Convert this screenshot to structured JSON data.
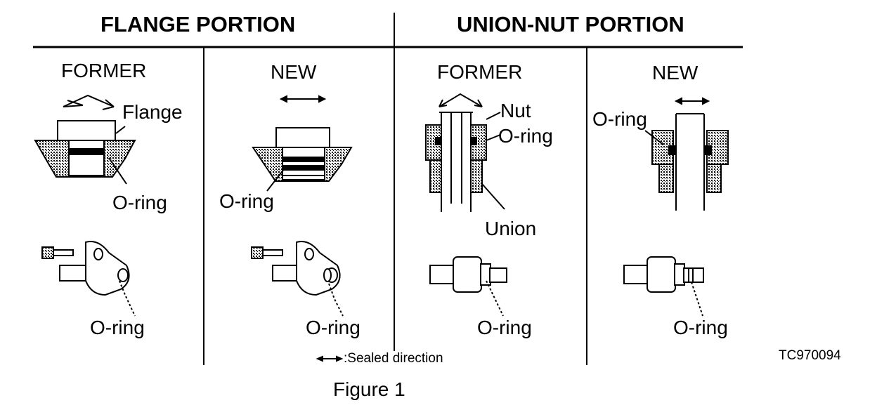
{
  "headers": {
    "flange_portion": "FLANGE PORTION",
    "union_nut_portion": "UNION-NUT PORTION"
  },
  "columns": {
    "flange_former": "FORMER",
    "flange_new": "NEW",
    "union_former": "FORMER",
    "union_new": "NEW"
  },
  "labels": {
    "flange": "Flange",
    "oring_flange_former": "O-ring",
    "oring_flange_new": "O-ring",
    "nut": "Nut",
    "oring_union_former": "O-ring",
    "union": "Union",
    "oring_union_new": "O-ring",
    "oring_bottom_1": "O-ring",
    "oring_bottom_2": "O-ring",
    "oring_bottom_3": "O-ring",
    "oring_bottom_4": "O-ring"
  },
  "legend": {
    "text": ":Sealed direction"
  },
  "code": "TC970094",
  "caption": "Figure 1"
}
